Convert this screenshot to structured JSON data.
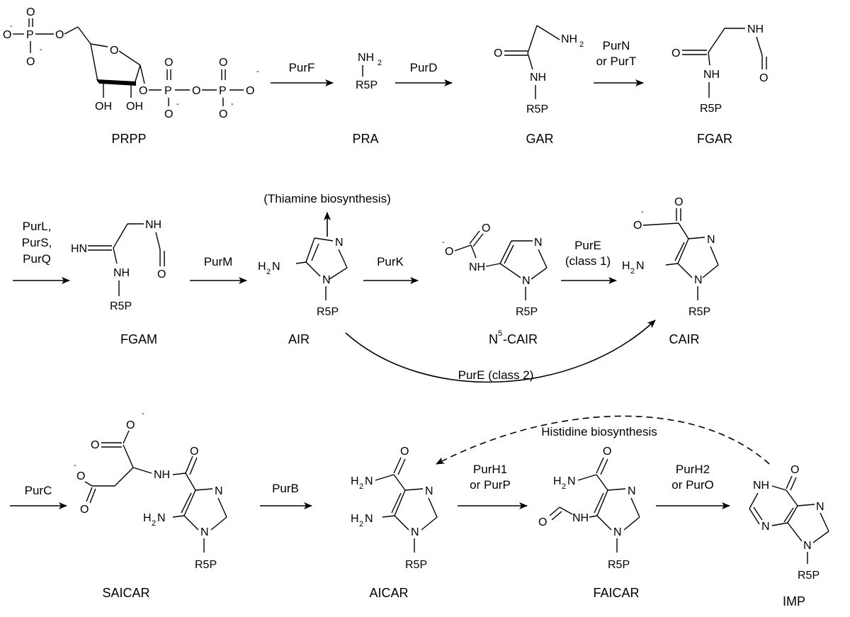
{
  "compounds": {
    "prpp": "PRPP",
    "pra": "PRA",
    "gar": "GAR",
    "fgar": "FGAR",
    "fgam": "FGAM",
    "air": "AIR",
    "n5cair_n": "N",
    "n5cair_sup": "5",
    "n5cair_rest": "-CAIR",
    "cair": "CAIR",
    "saicar": "SAICAR",
    "aicar": "AICAR",
    "faicar": "FAICAR",
    "imp": "IMP"
  },
  "enzymes": {
    "purf": "PurF",
    "purd": "PurD",
    "purn_1": "PurN",
    "purn_2": "or PurT",
    "purl_1": "PurL,",
    "purl_2": "PurS,",
    "purl_3": "PurQ",
    "purm": "PurM",
    "purk": "PurK",
    "pure1_1": "PurE",
    "pure1_2": "(class 1)",
    "pure2": "PurE (class 2)",
    "purc": "PurC",
    "purb": "PurB",
    "purh1_1": "PurH1",
    "purh1_2": "or PurP",
    "purh2_1": "PurH2",
    "purh2_2": "or PurO"
  },
  "annotations": {
    "thiamine": "(Thiamine biosynthesis)",
    "histidine": "Histidine biosynthesis"
  },
  "atoms": {
    "O": "O",
    "P": "P",
    "N": "N",
    "H": "H",
    "NH": "NH",
    "HN": "HN",
    "OH": "OH",
    "NH2": "NH",
    "two": "2",
    "minus": "-",
    "R5P": "R5P",
    "H2N_H": "H",
    "H2N_N": "N"
  }
}
